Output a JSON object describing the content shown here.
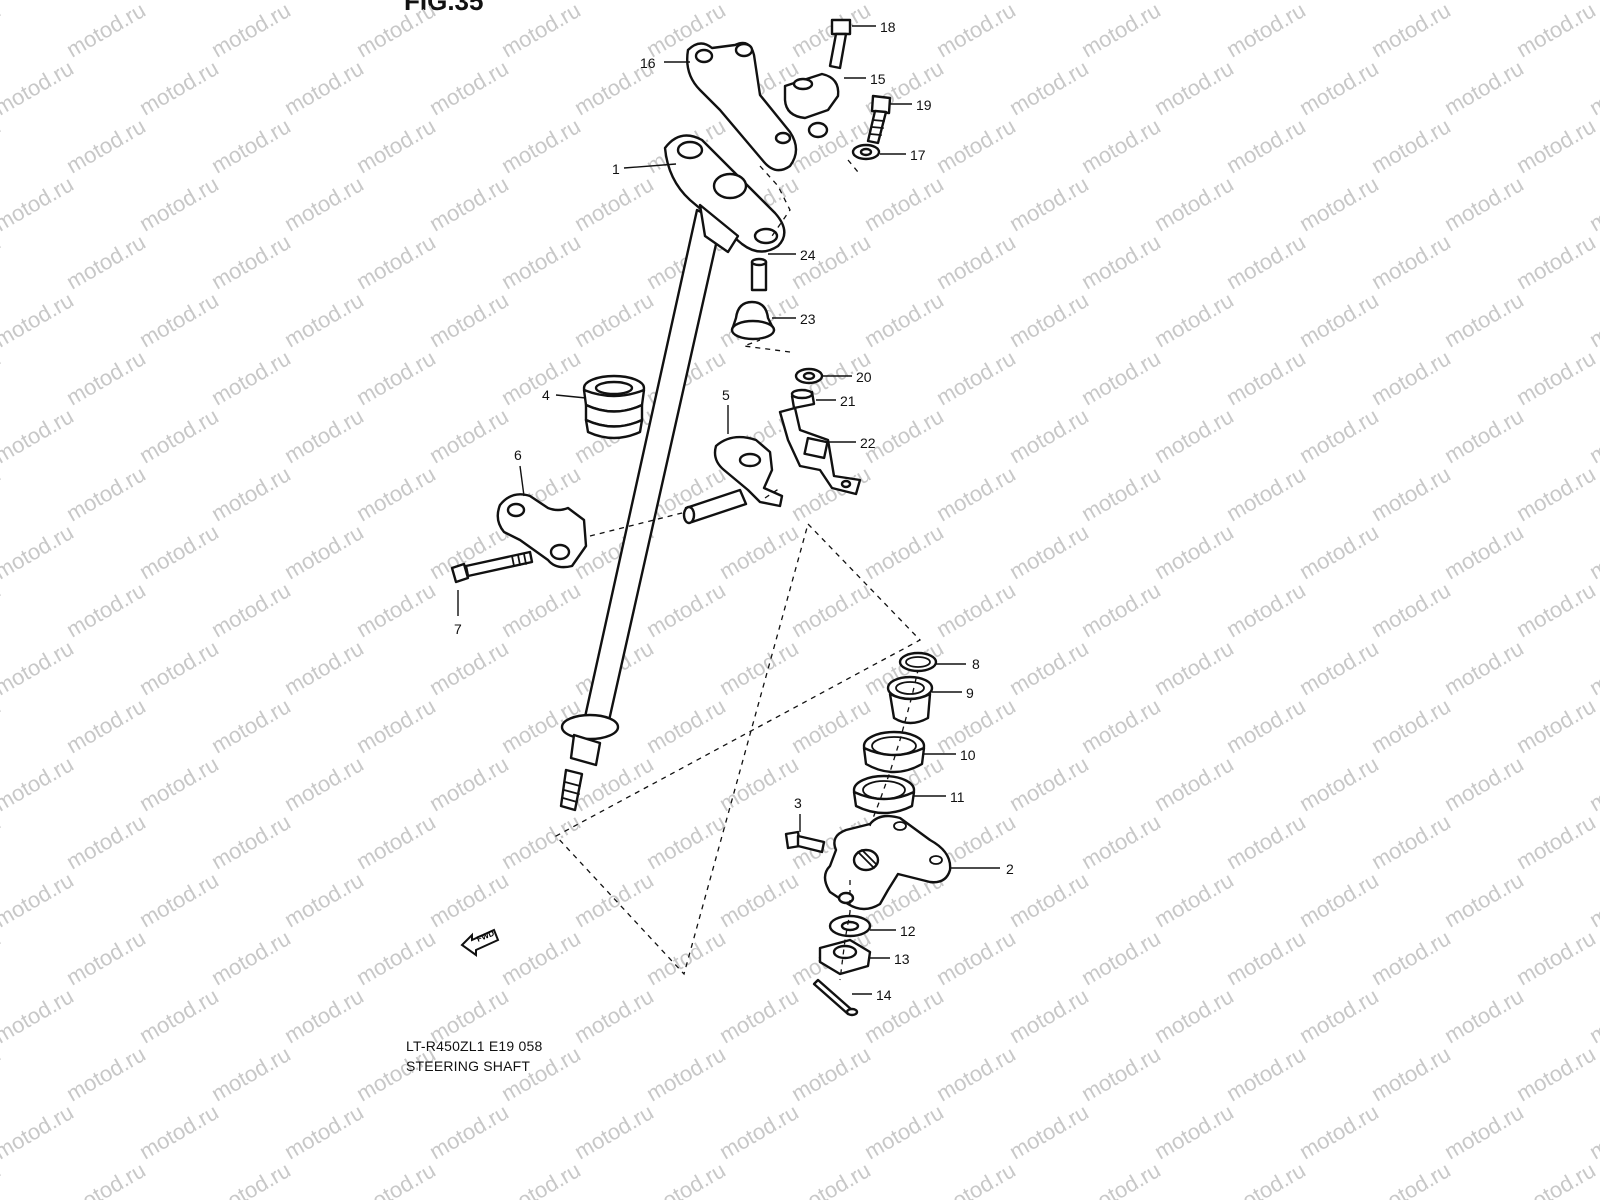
{
  "figure_label": "FIG.35",
  "watermark": "motod.ru",
  "caption": {
    "code": "LT-R450ZL1 E19  058",
    "title": "STEERING SHAFT"
  },
  "fwd_label": "FWD",
  "callouts": [
    "1",
    "2",
    "3",
    "4",
    "5",
    "6",
    "7",
    "8",
    "9",
    "10",
    "11",
    "12",
    "13",
    "14",
    "15",
    "16",
    "17",
    "18",
    "19",
    "20",
    "21",
    "22",
    "23",
    "24"
  ]
}
